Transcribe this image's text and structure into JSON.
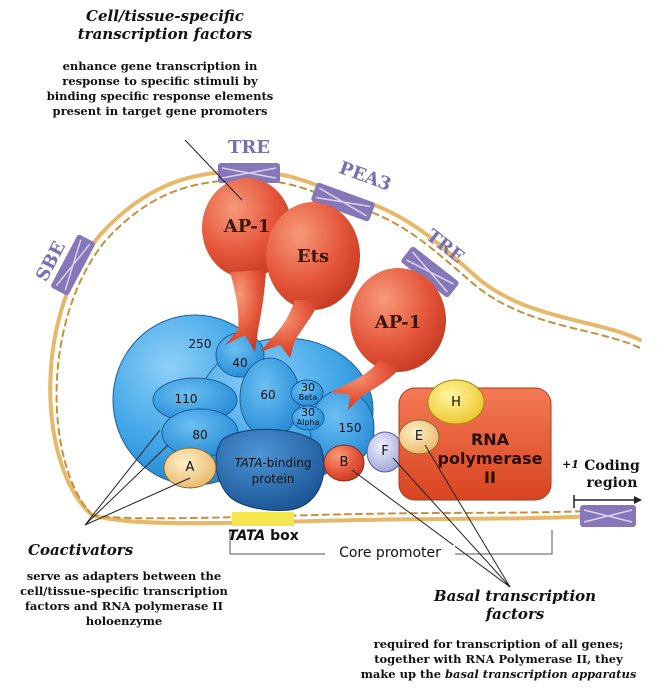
{
  "cell_tf": {
    "title_line1": "Cell/tissue-specific",
    "title_line2": "transcription factors",
    "desc_line1": "enhance gene transcription in",
    "desc_line2": "response to specific stimuli by",
    "desc_line3": "binding specific response elements",
    "desc_line4": "present in target gene promoters"
  },
  "elements": {
    "tre_top": "TRE",
    "pea3": "PEA3",
    "tre_right": "TRE",
    "sbe": "SBE"
  },
  "factors": {
    "ap1_left": "AP-1",
    "ets": "Ets",
    "ap1_right": "AP-1"
  },
  "subunits": {
    "s250": "250",
    "s40": "40",
    "s60": "60",
    "s30_beta": "30",
    "beta": "Beta",
    "s30_alpha": "30",
    "alpha": "Alpha",
    "s110": "110",
    "s80": "80",
    "s150": "150",
    "a": "A",
    "tbp_italic": "TATA",
    "tbp_rest": "-binding",
    "tbp_line2": "protein",
    "b": "B",
    "f": "F",
    "e": "E",
    "h": "H"
  },
  "rnap": {
    "line1": "RNA",
    "line2": "polymerase II"
  },
  "coding": {
    "plus1": "+1",
    "line1": "Coding",
    "line2": "region"
  },
  "promoter": {
    "tata_italic": "TATA",
    "tata_rest": " box",
    "core": "Core promoter"
  },
  "coactivators": {
    "title": "Coactivators",
    "desc_line1": "serve as adapters between the",
    "desc_line2": "cell/tissue-specific transcription",
    "desc_line3": "factors and RNA polymerase II",
    "desc_line4": "holoenzyme"
  },
  "basal": {
    "title_line1": "Basal transcription",
    "title_line2": "factors",
    "desc_line1": "required for transcription of all genes;",
    "desc_line2": "together with RNA Polymerase II, they",
    "desc_line3_pre": "make up the ",
    "desc_line3_italic": "basal transcription apparatus"
  },
  "colors": {
    "dna": "#e6b86a",
    "element_box": "#8577b8",
    "tf_red": "#e5573b",
    "coactivator_blue": "#3da4e6",
    "tbp_dark": "#1f6cb4",
    "rnap_red": "#ea5a36",
    "tata_yellow": "#f4e64e"
  }
}
